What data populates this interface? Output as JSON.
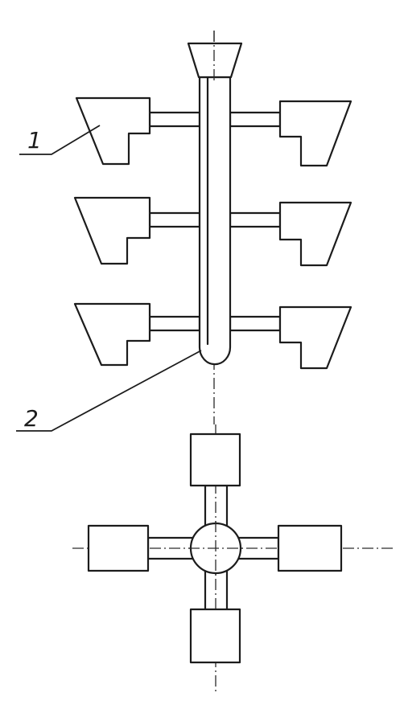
{
  "callouts": [
    {
      "id": "mould",
      "text": "1"
    },
    {
      "id": "sprue",
      "text": "2"
    }
  ],
  "colors": {
    "line": "#1c1c1c",
    "paper": "#ffffff"
  }
}
